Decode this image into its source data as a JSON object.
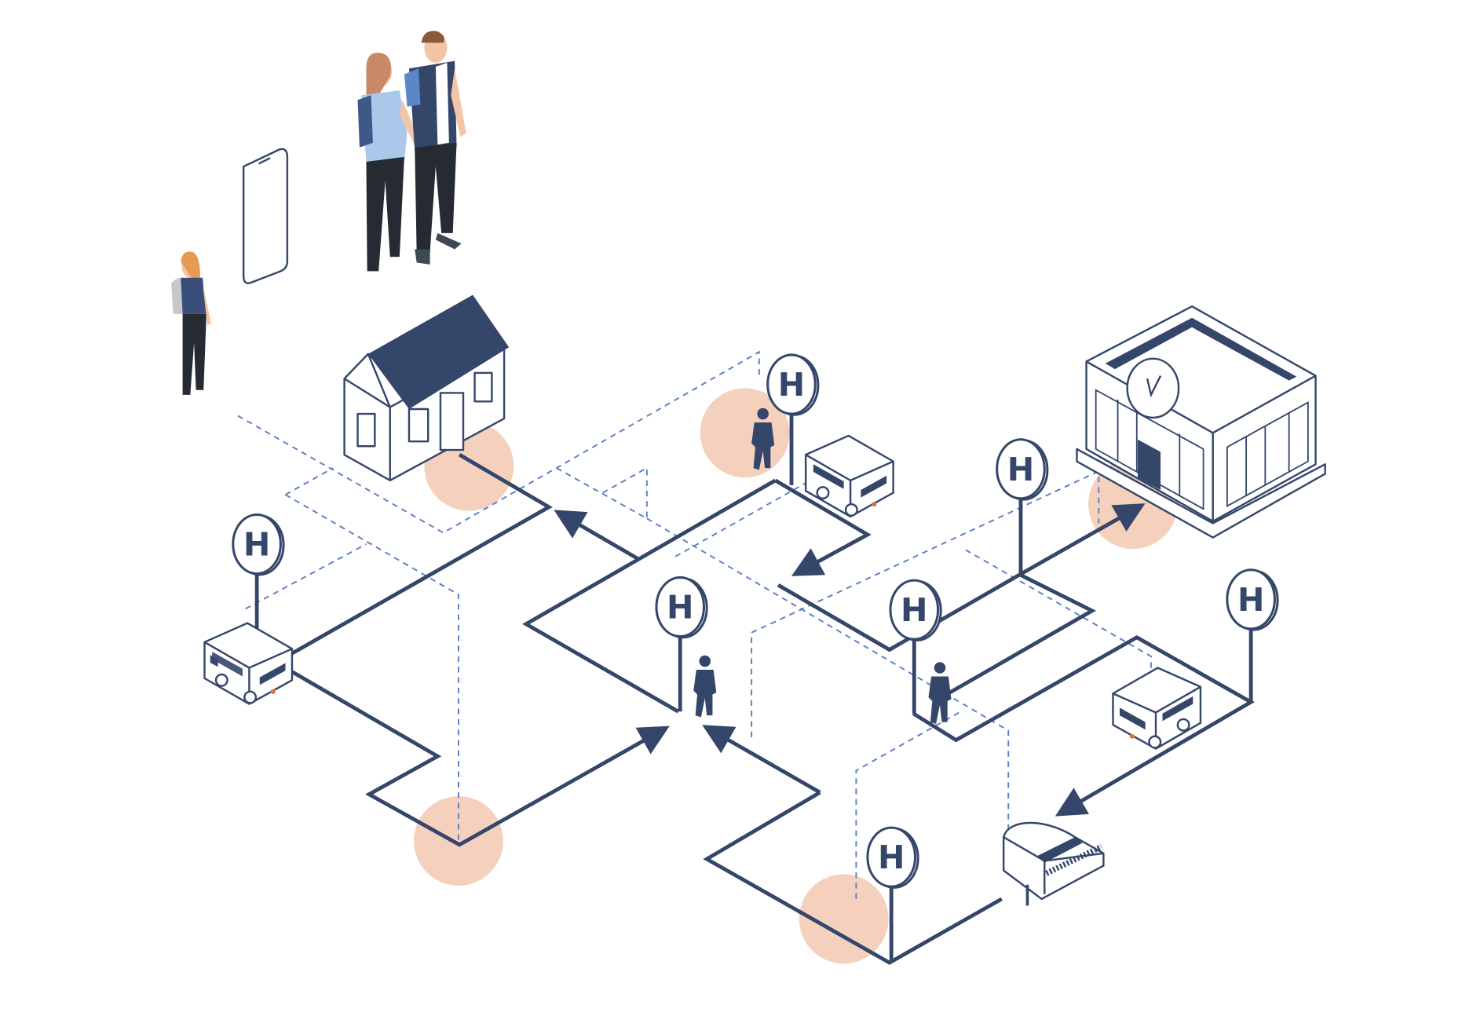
{
  "illustration": {
    "stop_signs": [
      {
        "label": "H"
      },
      {
        "label": "H"
      },
      {
        "label": "H"
      },
      {
        "label": "H"
      },
      {
        "label": "H"
      },
      {
        "label": "H"
      },
      {
        "label": "H"
      }
    ],
    "colors": {
      "route": "#34466a",
      "dashed_grid": "#5b7fc4",
      "highlight": "#f5d1bd",
      "background": "#ffffff"
    }
  }
}
